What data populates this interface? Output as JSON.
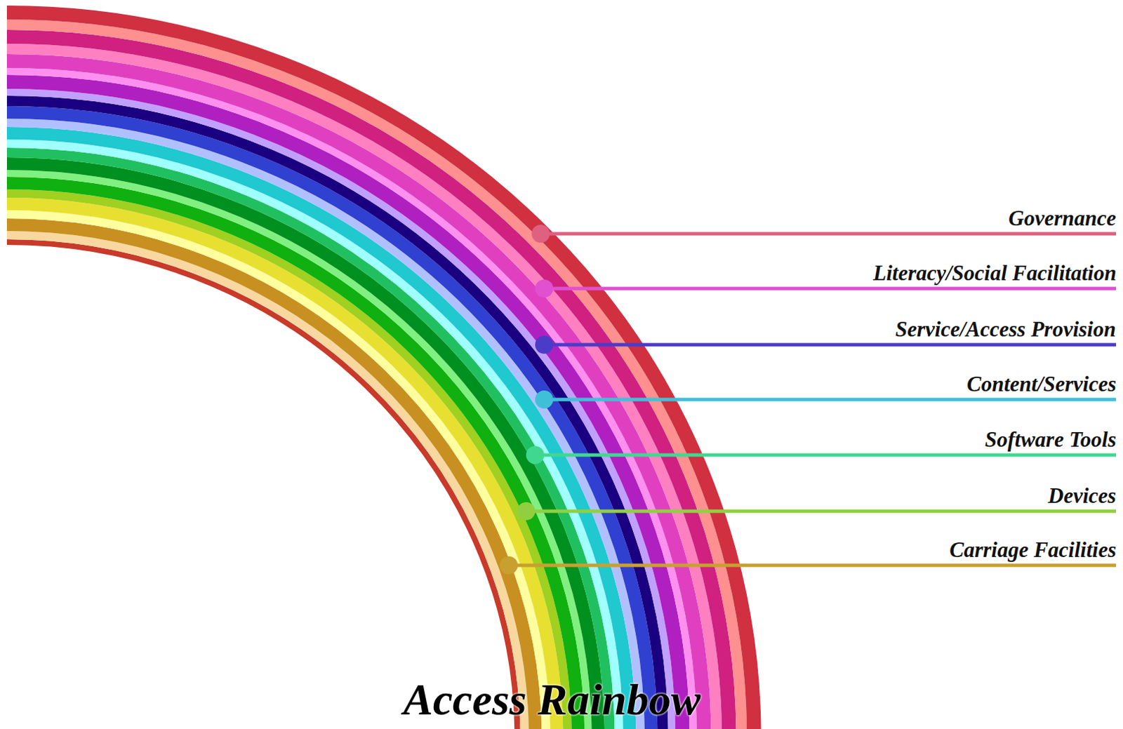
{
  "diagram": {
    "title": "Access Rainbow",
    "labels": [
      "Governance",
      "Literacy/Social Facilitation",
      "Service/Access Provision",
      "Content/Services",
      "Software Tools",
      "Devices",
      "Carriage Facilities"
    ]
  }
}
